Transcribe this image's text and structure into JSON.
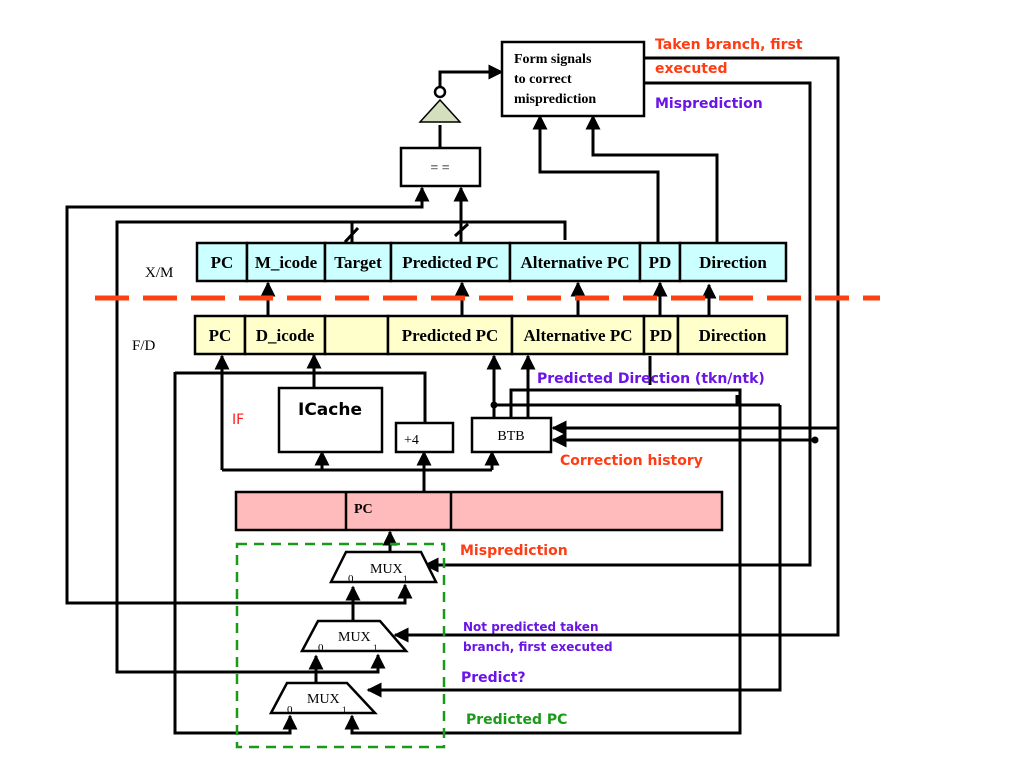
{
  "diagram": {
    "title": "Branch prediction pipeline with BTB and misprediction correction",
    "correction_block": {
      "label_lines": [
        "Form signals",
        "to correct",
        "misprediction"
      ]
    },
    "comparator": {
      "label": "= ="
    },
    "stage_labels": {
      "xm": "X/M",
      "fd": "F/D",
      "if": "IF"
    },
    "xm_register": {
      "fields": [
        "PC",
        "M_icode",
        "Target",
        "Predicted PC",
        "Alternative PC",
        "PD",
        "Direction"
      ]
    },
    "fd_register": {
      "fields": [
        "PC",
        "D_icode",
        "",
        "Predicted PC",
        "Alternative PC",
        "PD",
        "Direction"
      ]
    },
    "fetch": {
      "icache": "ICache",
      "adder": "+4",
      "btb": "BTB",
      "pc_register": {
        "fields": [
          "",
          "PC",
          ""
        ]
      }
    },
    "muxes": [
      {
        "label": "MUX",
        "in0": "0",
        "in1": "1"
      },
      {
        "label": "MUX",
        "in0": "0",
        "in1": "1"
      },
      {
        "label": "MUX",
        "in0": "0",
        "in1": "1"
      }
    ],
    "annotations": {
      "taken_branch": [
        "Taken branch, first",
        "executed"
      ],
      "misprediction_top": "Misprediction",
      "predicted_direction": "Predicted Direction (tkn/ntk)",
      "correction_history": "Correction history",
      "misprediction_mux": "Misprediction",
      "not_predicted": [
        "Not predicted taken",
        "branch, first executed"
      ],
      "predict": "Predict?",
      "predicted_pc": "Predicted  PC"
    },
    "colors": {
      "xm_fill": "#ccffff",
      "fd_fill": "#ffffcc",
      "pc_fill": "#ffbbbb",
      "inverter_fill": "#d4dfc0",
      "stage_divider": "#ff4010",
      "annotation_red": "#ff3c14",
      "annotation_purple": "#6a14e6",
      "annotation_green": "#1a9a1a",
      "if_label": "#ff1a1a"
    }
  }
}
